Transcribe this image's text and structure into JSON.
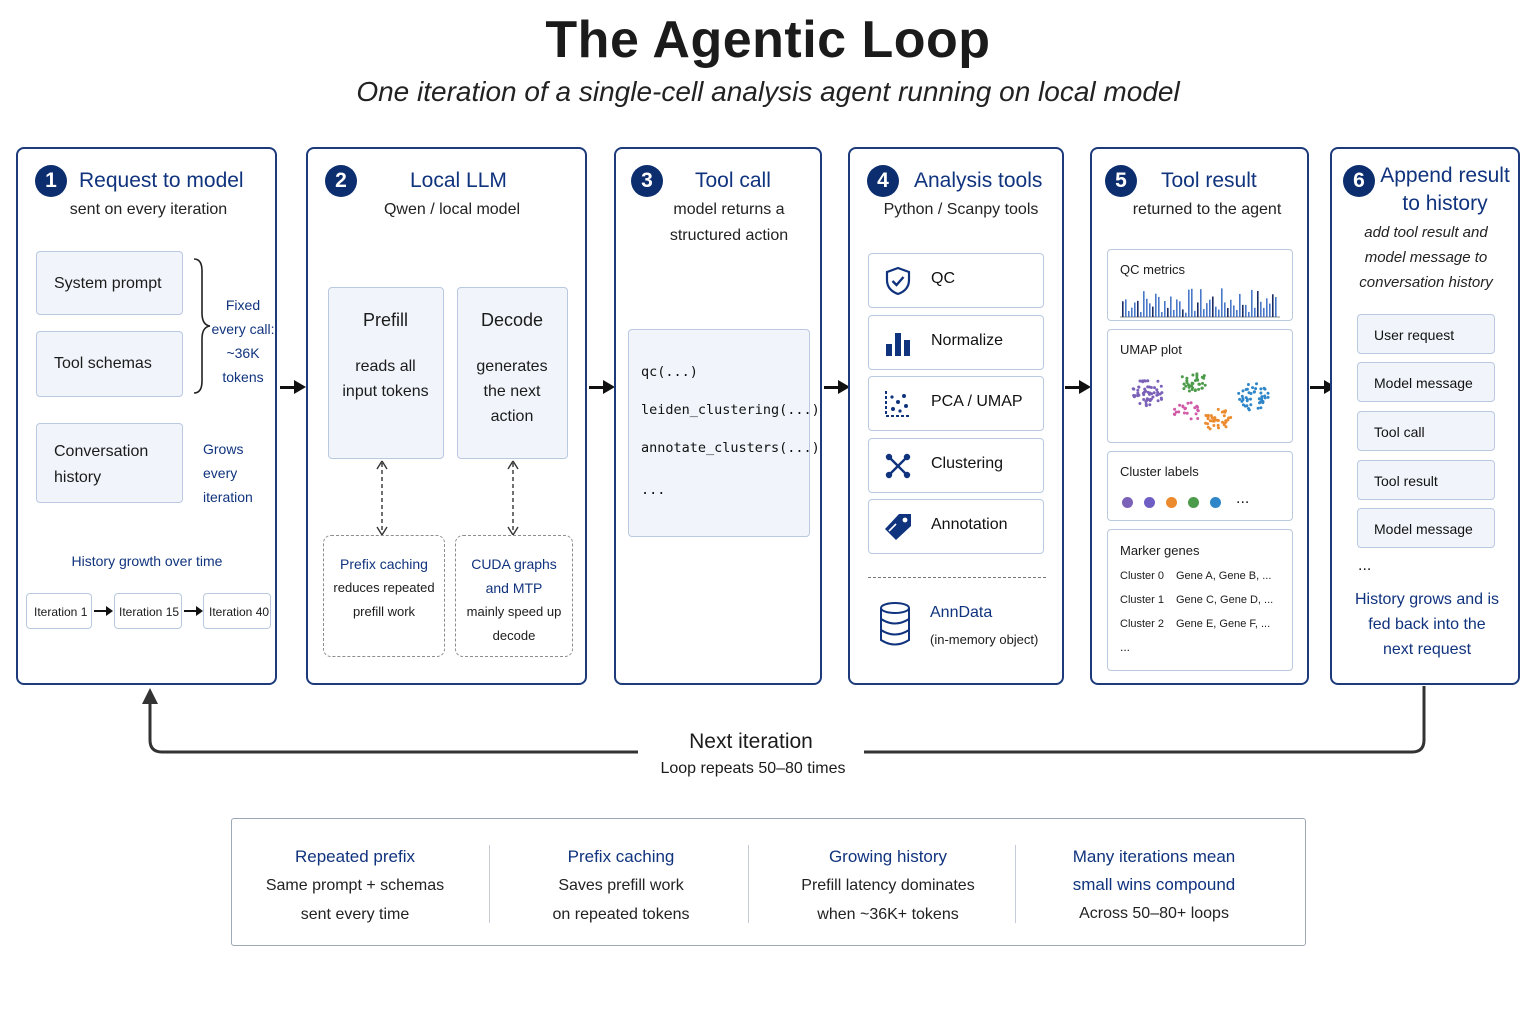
{
  "title": "The Agentic Loop",
  "subtitle": "One iteration of a single-cell analysis agent running on  local model",
  "panel1": {
    "num": "1",
    "title": "Request to model",
    "sub": "sent on every iteration",
    "system_prompt": "System prompt",
    "tool_schemas": "Tool schemas",
    "fixed_note": [
      "Fixed",
      "every call:",
      "~36K",
      "tokens"
    ],
    "conversation_history": [
      "Conversation",
      "history"
    ],
    "grows_note": [
      "Grows",
      "every",
      "iteration"
    ],
    "history_growth_label": "History growth over time",
    "iterations": [
      "Iteration 1",
      "Iteration 15",
      "Iteration 40"
    ]
  },
  "panel2": {
    "num": "2",
    "title": "Local LLM",
    "sub": "Qwen / local model",
    "prefill": {
      "title": "Prefill",
      "lines": [
        "reads all",
        "input tokens"
      ]
    },
    "decode": {
      "title": "Decode",
      "lines": [
        "generates",
        "the next",
        "action"
      ]
    },
    "prefix_caching": {
      "title": "Prefix caching",
      "lines": [
        "reduces repeated",
        "prefill work"
      ]
    },
    "cuda_graphs": {
      "title": [
        "CUDA graphs",
        "and MTP"
      ],
      "lines": [
        "mainly speed up",
        "decode"
      ]
    }
  },
  "panel3": {
    "num": "3",
    "title": "Tool call",
    "sub": [
      "model returns a",
      "structured action"
    ],
    "code": [
      "qc(...)",
      "leiden_clustering(...)",
      "annotate_clusters(...)",
      "..."
    ]
  },
  "panel4": {
    "num": "4",
    "title": "Analysis tools",
    "sub": "Python / Scanpy tools",
    "tools": [
      {
        "label": "QC",
        "icon": "shield-check-icon"
      },
      {
        "label": "Normalize",
        "icon": "bar-chart-icon"
      },
      {
        "label": "PCA / UMAP",
        "icon": "scatter-plot-icon"
      },
      {
        "label": "Clustering",
        "icon": "cluster-network-icon"
      },
      {
        "label": "Annotation",
        "icon": "tag-icon"
      }
    ],
    "anndata": {
      "title": "AnnData",
      "sub": "(in-memory object)",
      "icon": "database-icon"
    }
  },
  "panel5": {
    "num": "5",
    "title": "Tool result",
    "sub": "returned to the agent",
    "qc_metrics": "QC metrics",
    "umap_plot": "UMAP plot",
    "cluster_labels": "Cluster labels",
    "cluster_labels_more": "...",
    "cluster_colors": [
      "#7b62b8",
      "#6f5fc4",
      "#ec8a2e",
      "#4c9b4a",
      "#2f86c8"
    ],
    "marker_genes": "Marker genes",
    "markers": [
      {
        "cluster": "Cluster 0",
        "genes": "Gene A, Gene B, ..."
      },
      {
        "cluster": "Cluster 1",
        "genes": "Gene C, Gene D, ..."
      },
      {
        "cluster": "Cluster 2",
        "genes": "Gene E, Gene F, ..."
      }
    ],
    "markers_more": "..."
  },
  "panel6": {
    "num": "6",
    "title": [
      "Append result",
      "to history"
    ],
    "sub": [
      "add tool result and",
      "model message to",
      "conversation history"
    ],
    "history": [
      "User request",
      "Model message",
      "Tool call",
      "Tool result",
      "Model message"
    ],
    "more": "...",
    "footer": [
      "History grows and is",
      "fed back into the",
      "next request"
    ]
  },
  "loop": {
    "label": "Next iteration",
    "sub": "Loop repeats 50–80 times"
  },
  "summary": [
    {
      "title": [
        "Repeated prefix"
      ],
      "lines": [
        "Same prompt + schemas",
        "sent every time"
      ]
    },
    {
      "title": [
        "Prefix caching"
      ],
      "lines": [
        "Saves prefill work",
        "on repeated tokens"
      ]
    },
    {
      "title": [
        "Growing history"
      ],
      "lines": [
        "Prefill latency dominates",
        "when ~36K+ tokens"
      ]
    },
    {
      "title": [
        "Many iterations mean",
        "small wins compound"
      ],
      "lines": [
        "Across 50–80+ loops"
      ]
    }
  ],
  "colors": {
    "accent": "#10337e",
    "badge": "#0d2e6e",
    "border": "#1d3b7a",
    "box_fill": "#f1f5fb"
  }
}
